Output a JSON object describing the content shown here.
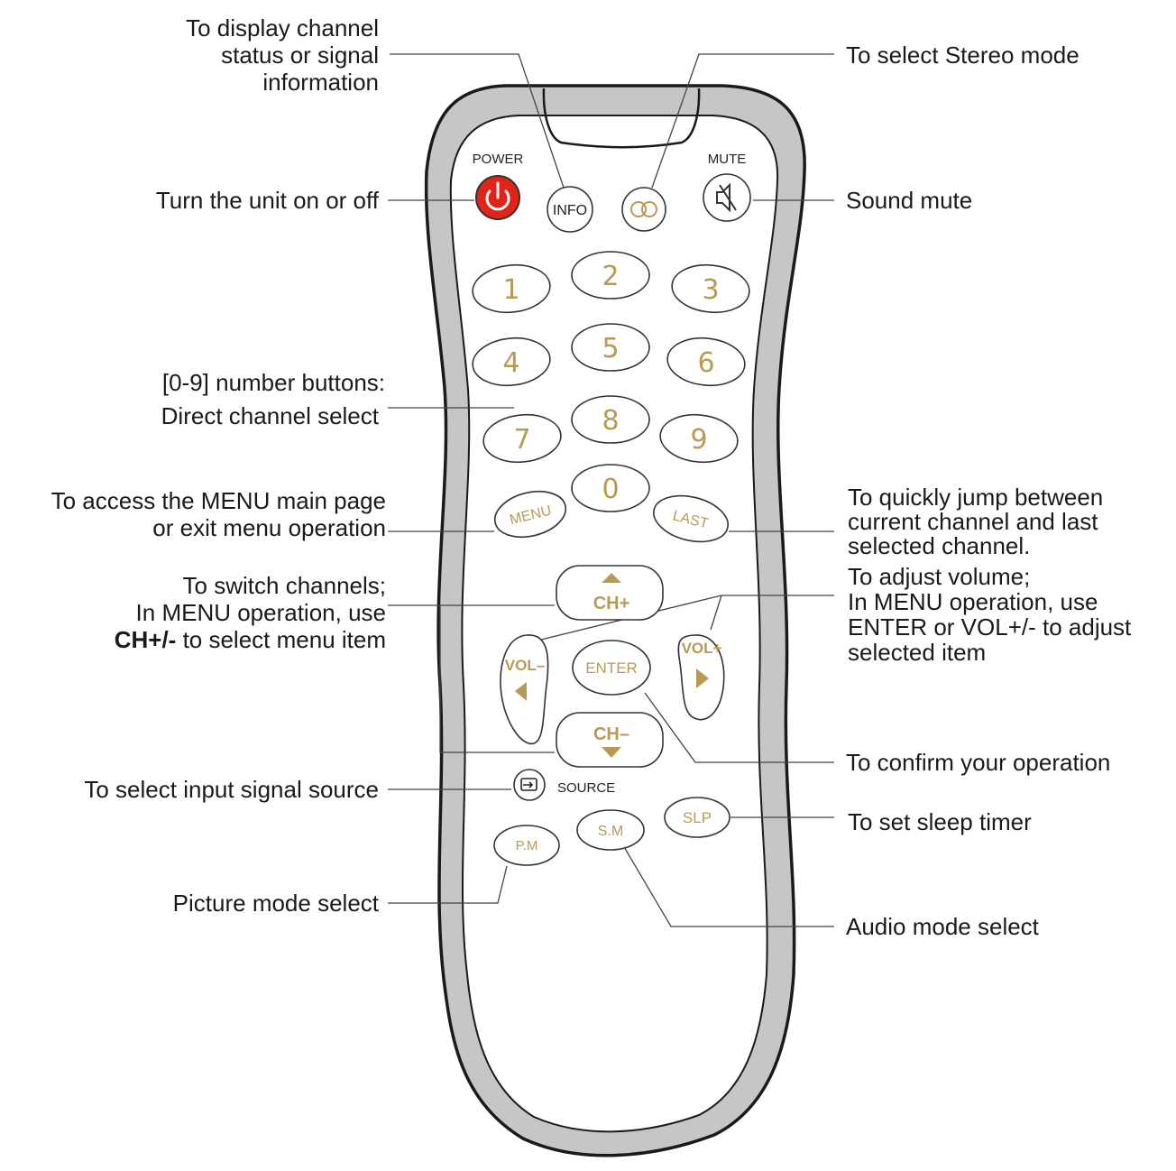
{
  "remote": {
    "top_labels": {
      "power": "POWER",
      "mute": "MUTE",
      "source": "SOURCE"
    },
    "buttons": {
      "info": "INFO",
      "digits": [
        "1",
        "2",
        "3",
        "4",
        "5",
        "6",
        "7",
        "8",
        "9",
        "0"
      ],
      "menu": "MENU",
      "last": "LAST",
      "ch_plus": "CH+",
      "ch_minus": "CH–",
      "vol_minus": "VOL–",
      "vol_plus": "VOL+",
      "enter": "ENTER",
      "slp": "SLP",
      "pm": "P.M",
      "sm": "S.M"
    },
    "colors": {
      "shell": "#c6c6c6",
      "power": "#e2231a",
      "gold": "#b99a55"
    }
  },
  "callouts": {
    "info": [
      "To display channel",
      "status or signal",
      "information"
    ],
    "stereo": "To select Stereo mode",
    "power": "Turn the unit on or off",
    "mute": "Sound mute",
    "numbers": [
      "[0-9] number buttons:",
      "Direct channel select"
    ],
    "menu": [
      "To access the MENU main page",
      "or exit menu operation"
    ],
    "last": [
      "To quickly jump between",
      "current channel and last",
      "selected channel."
    ],
    "channel": {
      "line1": "To switch channels;",
      "line2": "In MENU operation, use",
      "line3_bold": "CH+/-",
      "line3_rest": " to select menu item"
    },
    "volume": [
      "To adjust volume;",
      "In MENU operation, use",
      "ENTER or VOL+/- to adjust",
      "selected item"
    ],
    "enter": "To confirm your operation",
    "source": "To select input signal source",
    "sleep": "To set sleep timer",
    "picture": "Picture mode select",
    "audio": "Audio mode select"
  }
}
